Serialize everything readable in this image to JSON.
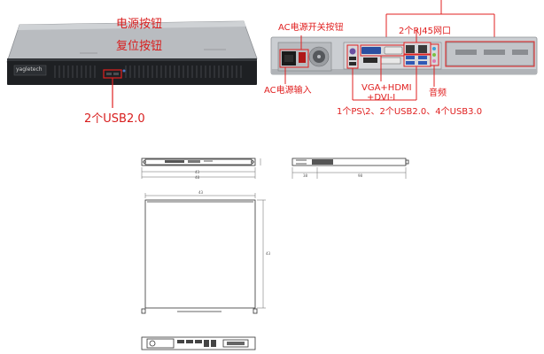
{
  "front_labels": {
    "power_button": "电源按钮",
    "reset_button": "复位按钮",
    "brand": "yagletech",
    "usb_front": "2个USB2.0"
  },
  "rear_labels": {
    "ac_switch": "AC电源开关按钮",
    "rj45": "2个RJ45网口",
    "ac_input": "AC电源输入",
    "video": "VGA+HDMI",
    "dvi": "+DVI-I",
    "audio": "音频",
    "io_summary": "1个PS\\2、2个USB2.0、4个USB3.0"
  },
  "dimension_labels": {
    "front_width_inner": "43",
    "front_width_outer": "48",
    "side_a": "38",
    "side_b": "98",
    "top_width": "43",
    "top_depth": "43"
  },
  "colors": {
    "annotation": "#e02020",
    "chassis_dark": "#1e2023",
    "chassis_lid": "#b9bcc0"
  }
}
